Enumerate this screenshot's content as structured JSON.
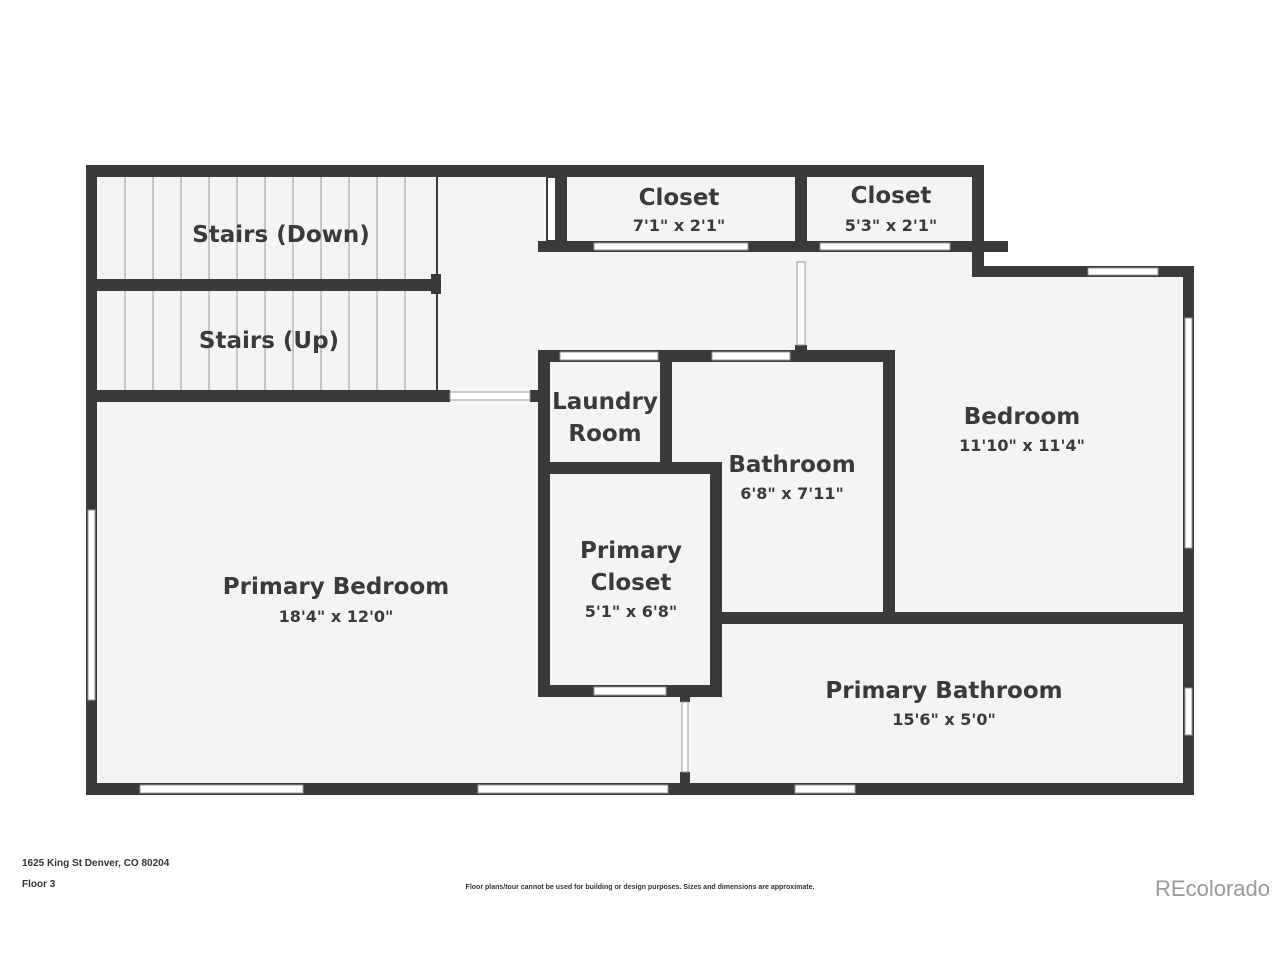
{
  "rooms": {
    "stairs_down": {
      "name": "Stairs (Down)"
    },
    "stairs_up": {
      "name": "Stairs (Up)"
    },
    "closet_1": {
      "name": "Closet",
      "dims": "7'1\" x 2'1\""
    },
    "closet_2": {
      "name": "Closet",
      "dims": "5'3\" x 2'1\""
    },
    "laundry": {
      "name_1": "Laundry",
      "name_2": "Room"
    },
    "bathroom": {
      "name": "Bathroom",
      "dims": "6'8\" x 7'11\""
    },
    "bedroom": {
      "name": "Bedroom",
      "dims": "11'10\" x 11'4\""
    },
    "primary_closet": {
      "name_1": "Primary",
      "name_2": "Closet",
      "dims": "5'1\" x 6'8\""
    },
    "primary_bedroom": {
      "name": "Primary Bedroom",
      "dims": "18'4\" x 12'0\""
    },
    "primary_bathroom": {
      "name": "Primary Bathroom",
      "dims": "15'6\" x 5'0\""
    }
  },
  "footer": {
    "address": "1625 King St Denver, CO 80204",
    "floor": "Floor 3",
    "disclaimer": "Floor plans/tour cannot be used for building or design purposes. Sizes and dimensions are approximate.",
    "brand": "REcolorado"
  },
  "colors": {
    "wall": "#3a3a3a",
    "floor": "#f4f4f4"
  }
}
